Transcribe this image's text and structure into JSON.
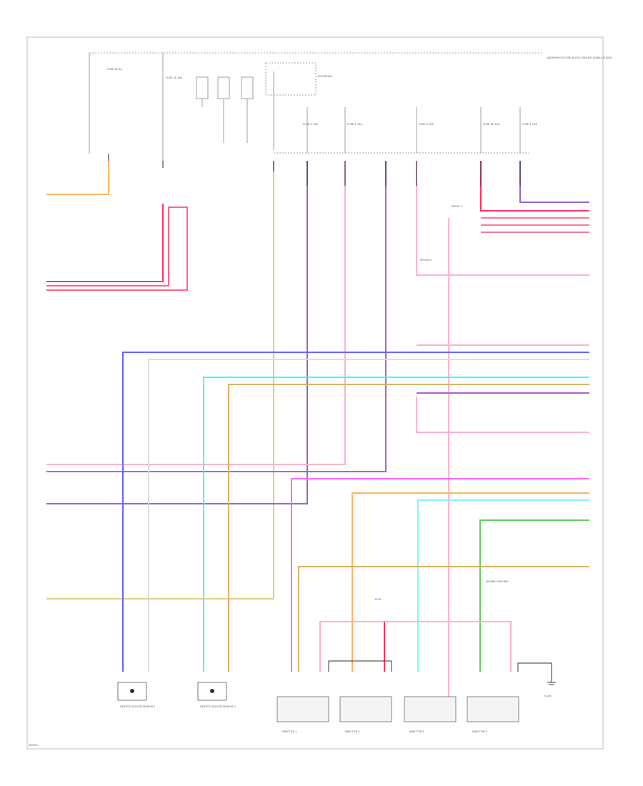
{
  "diagram": {
    "footer_code": "W5900",
    "colors": {
      "border": "#bfbfbf",
      "wire_red": "#ff3366",
      "wire_pink": "#ffb3c6",
      "wire_purple": "#9966cc",
      "wire_blue": "#6666ff",
      "wire_cyan": "#33ffff",
      "wire_tan": "#d9b366",
      "wire_orange": "#ffb366",
      "wire_magenta": "#ff66ff",
      "wire_green": "#66cc66",
      "wire_yellow": "#ffe680",
      "wire_gray": "#cccccc"
    },
    "labels": {
      "top_note": "UNDERHOOD FUSE BLOCK (FRONT) (SMALL FUSES)",
      "fuse_a": "FUSE 32 5A",
      "fuse_b": "FUSE 16 15A",
      "relay": "ECM RELAY",
      "fuse_c": "FUSE 4 15A",
      "fuse_d": "FUSE 2 15A",
      "fuse_e": "FUSE 3 15A",
      "fuse_f": "FUSE 38 15A",
      "fuse_g": "FUSE 1 15A",
      "splice_1": "SPLICE C",
      "splice_2": "SPLICE B",
      "splice_3": "ENGINE GROUND",
      "ecm_label": "ECM",
      "sensor_1": "HEATED OXYGEN SENSOR 1",
      "sensor_2": "HEATED OXYGEN SENSOR 2",
      "inj_1": "INJECTOR 1",
      "inj_2": "INJECTOR 2",
      "inj_3": "INJECTOR 3",
      "inj_4": "INJECTOR 4",
      "ground_lbl": "G104"
    }
  }
}
